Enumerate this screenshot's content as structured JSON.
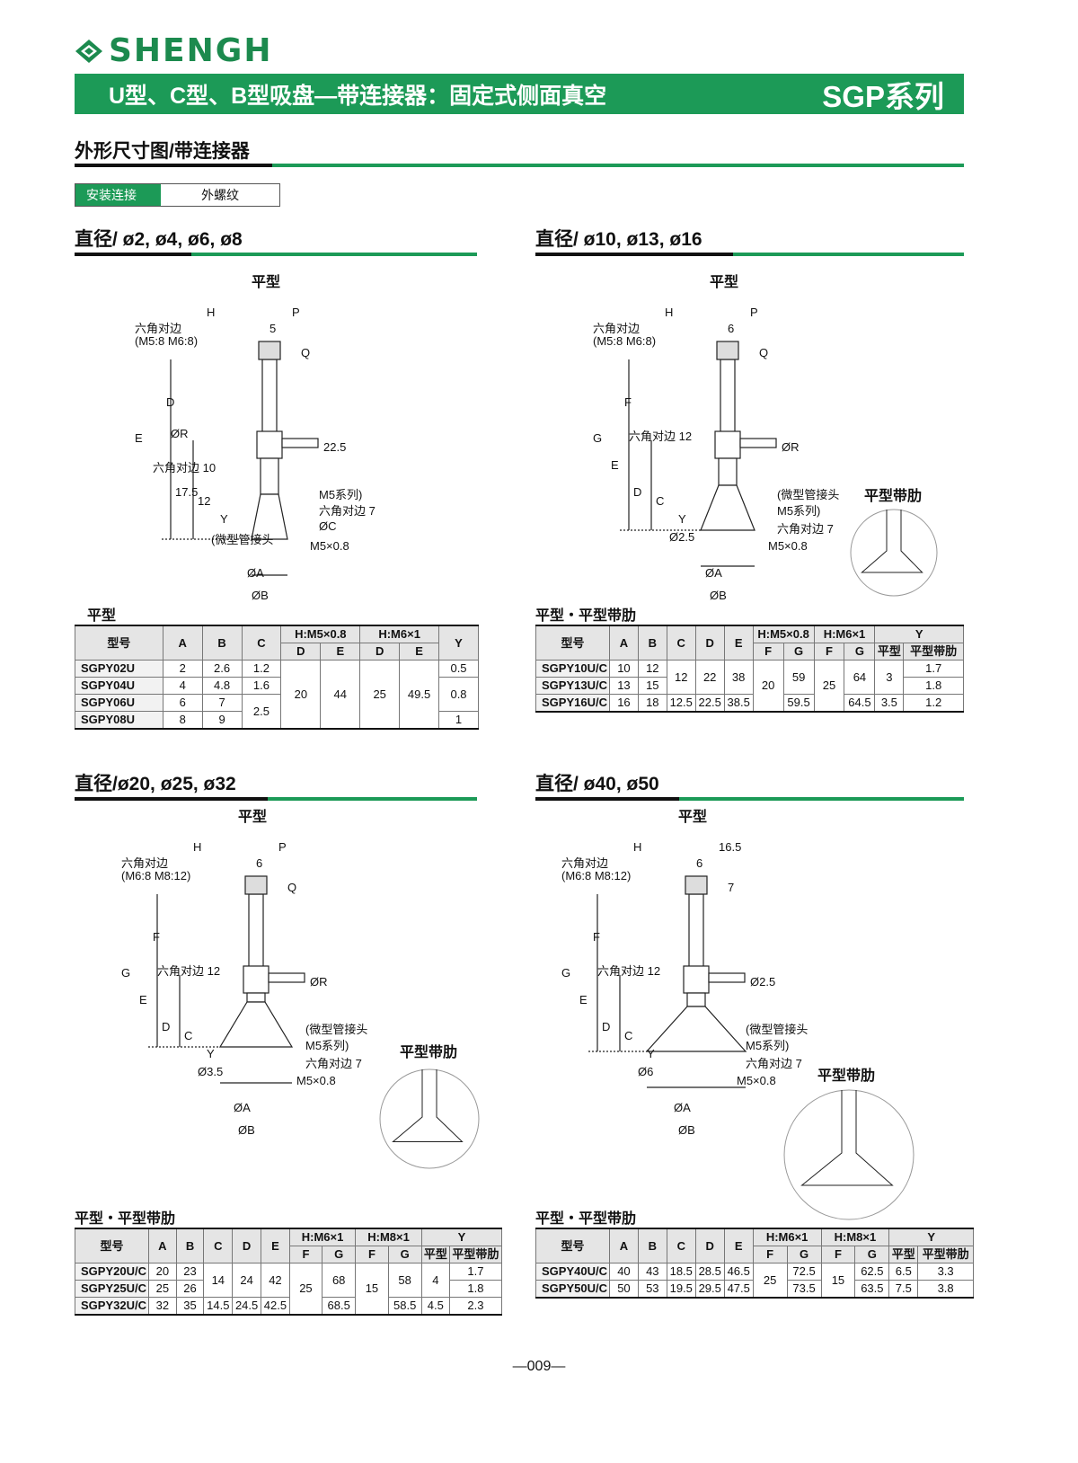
{
  "logo": "SHENGH",
  "banner": {
    "title": "U型、C型、B型吸盘—带连接器：固定式侧面真空",
    "series": "SGP系列"
  },
  "subtitle": "外形尺寸图/带连接器",
  "tag": {
    "label": "安装连接",
    "value": "外螺纹"
  },
  "sections": [
    {
      "heading": "直径/ ø2, ø4, ø6, ø8",
      "drawing_title": "平型",
      "labels": [
        "H",
        "P",
        "5",
        "六角对边",
        "(M5:8 M6:8)",
        "Q",
        "D",
        "E",
        "六角对边 10",
        "ØR",
        "22.5",
        "17.5",
        "12",
        "Y",
        "(微型管接头",
        "M5系列)",
        "六角对边 7",
        "ØC",
        "M5×0.8",
        "ØA",
        "ØB"
      ],
      "table_caption": "平型",
      "header_rows": [
        [
          {
            "t": "型号",
            "rs": 2
          },
          {
            "t": "A",
            "rs": 2
          },
          {
            "t": "B",
            "rs": 2
          },
          {
            "t": "C",
            "rs": 2
          },
          {
            "t": "H:M5×0.8",
            "cs": 2
          },
          {
            "t": "H:M6×1",
            "cs": 2
          },
          {
            "t": "Y",
            "rs": 2
          }
        ],
        [
          {
            "t": "D"
          },
          {
            "t": "E"
          },
          {
            "t": "D"
          },
          {
            "t": "E"
          }
        ]
      ],
      "rows": [
        [
          "SGPY02U",
          "2",
          "2.6",
          "1.2",
          "20",
          "44",
          "25",
          "49.5",
          "0.5"
        ],
        [
          "SGPY04U",
          "4",
          "4.8",
          "1.6",
          null,
          null,
          null,
          null,
          "0.8"
        ],
        [
          "SGPY06U",
          "6",
          "7",
          "2.5",
          null,
          null,
          null,
          null,
          null
        ],
        [
          "SGPY08U",
          "8",
          "9",
          null,
          null,
          null,
          null,
          null,
          "1"
        ]
      ]
    },
    {
      "heading": "直径/ ø10, ø13, ø16",
      "drawing_title": "平型",
      "rib_title": "平型带肋",
      "labels": [
        "H",
        "P",
        "6",
        "六角对边",
        "(M5:8 M6:8)",
        "Q",
        "F",
        "G",
        "E",
        "六角对边 12",
        "ØR",
        "D",
        "C",
        "Y",
        "Ø2.5",
        "(微型管接头",
        "M5系列)",
        "六角对边 7",
        "M5×0.8",
        "ØA",
        "ØB"
      ],
      "table_caption": "平型・平型带肋",
      "header_rows": [
        [
          {
            "t": "型号",
            "rs": 2
          },
          {
            "t": "A",
            "rs": 2
          },
          {
            "t": "B",
            "rs": 2
          },
          {
            "t": "C",
            "rs": 2
          },
          {
            "t": "D",
            "rs": 2
          },
          {
            "t": "E",
            "rs": 2
          },
          {
            "t": "H:M5×0.8",
            "cs": 2
          },
          {
            "t": "H:M6×1",
            "cs": 2
          },
          {
            "t": "Y",
            "cs": 2
          }
        ],
        [
          {
            "t": "F"
          },
          {
            "t": "G"
          },
          {
            "t": "F"
          },
          {
            "t": "G"
          },
          {
            "t": "平型"
          },
          {
            "t": "平型带肋"
          }
        ]
      ],
      "rows": [
        [
          "SGPY10U/C",
          "10",
          "12",
          "12",
          "22",
          "38",
          "20",
          "59",
          "25",
          "64",
          "3",
          "1.7"
        ],
        [
          "SGPY13U/C",
          "13",
          "15",
          null,
          null,
          null,
          null,
          null,
          null,
          null,
          null,
          "1.8"
        ],
        [
          "SGPY16U/C",
          "16",
          "18",
          "12.5",
          "22.5",
          "38.5",
          null,
          "59.5",
          null,
          "64.5",
          "3.5",
          "1.2"
        ]
      ]
    },
    {
      "heading": "直径/ø20, ø25, ø32",
      "drawing_title": "平型",
      "rib_title": "平型带肋",
      "labels": [
        "H",
        "P",
        "6",
        "六角对边",
        "(M6:8 M8:12)",
        "Q",
        "F",
        "G",
        "E",
        "六角对边 12",
        "ØR",
        "D",
        "C",
        "Y",
        "Ø3.5",
        "(微型管接头",
        "M5系列)",
        "六角对边 7",
        "M5×0.8",
        "ØA",
        "ØB"
      ],
      "table_caption": "平型・平型带肋",
      "header_rows": [
        [
          {
            "t": "型号",
            "rs": 2
          },
          {
            "t": "A",
            "rs": 2
          },
          {
            "t": "B",
            "rs": 2
          },
          {
            "t": "C",
            "rs": 2
          },
          {
            "t": "D",
            "rs": 2
          },
          {
            "t": "E",
            "rs": 2
          },
          {
            "t": "H:M6×1",
            "cs": 2
          },
          {
            "t": "H:M8×1",
            "cs": 2
          },
          {
            "t": "Y",
            "cs": 2
          }
        ],
        [
          {
            "t": "F"
          },
          {
            "t": "G"
          },
          {
            "t": "F"
          },
          {
            "t": "G"
          },
          {
            "t": "平型"
          },
          {
            "t": "平型带肋"
          }
        ]
      ],
      "rows": [
        [
          "SGPY20U/C",
          "20",
          "23",
          "14",
          "24",
          "42",
          "25",
          "68",
          "15",
          "58",
          "4",
          "1.7"
        ],
        [
          "SGPY25U/C",
          "25",
          "26",
          null,
          null,
          null,
          null,
          null,
          null,
          null,
          null,
          "1.8"
        ],
        [
          "SGPY32U/C",
          "32",
          "35",
          "14.5",
          "24.5",
          "42.5",
          null,
          "68.5",
          null,
          "58.5",
          "4.5",
          "2.3"
        ]
      ]
    },
    {
      "heading": "直径/ ø40, ø50",
      "drawing_title": "平型",
      "rib_title": "平型带肋",
      "labels": [
        "H",
        "16.5",
        "6",
        "六角对边",
        "(M6:8 M8:12)",
        "7",
        "F",
        "G",
        "E",
        "六角对边 12",
        "Ø2.5",
        "D",
        "C",
        "Y",
        "Ø6",
        "(微型管接头",
        "M5系列)",
        "六角对边 7",
        "M5×0.8",
        "ØA",
        "ØB"
      ],
      "table_caption": "平型・平型带肋",
      "header_rows": [
        [
          {
            "t": "型号",
            "rs": 2
          },
          {
            "t": "A",
            "rs": 2
          },
          {
            "t": "B",
            "rs": 2
          },
          {
            "t": "C",
            "rs": 2
          },
          {
            "t": "D",
            "rs": 2
          },
          {
            "t": "E",
            "rs": 2
          },
          {
            "t": "H:M6×1",
            "cs": 2
          },
          {
            "t": "H:M8×1",
            "cs": 2
          },
          {
            "t": "Y",
            "cs": 2
          }
        ],
        [
          {
            "t": "F"
          },
          {
            "t": "G"
          },
          {
            "t": "F"
          },
          {
            "t": "G"
          },
          {
            "t": "平型"
          },
          {
            "t": "平型带肋"
          }
        ]
      ],
      "rows": [
        [
          "SGPY40U/C",
          "40",
          "43",
          "18.5",
          "28.5",
          "46.5",
          "25",
          "72.5",
          "15",
          "62.5",
          "6.5",
          "3.3"
        ],
        [
          "SGPY50U/C",
          "50",
          "53",
          "19.5",
          "29.5",
          "47.5",
          null,
          "73.5",
          null,
          "63.5",
          "7.5",
          "3.8"
        ]
      ]
    }
  ],
  "page_number": "—009—"
}
